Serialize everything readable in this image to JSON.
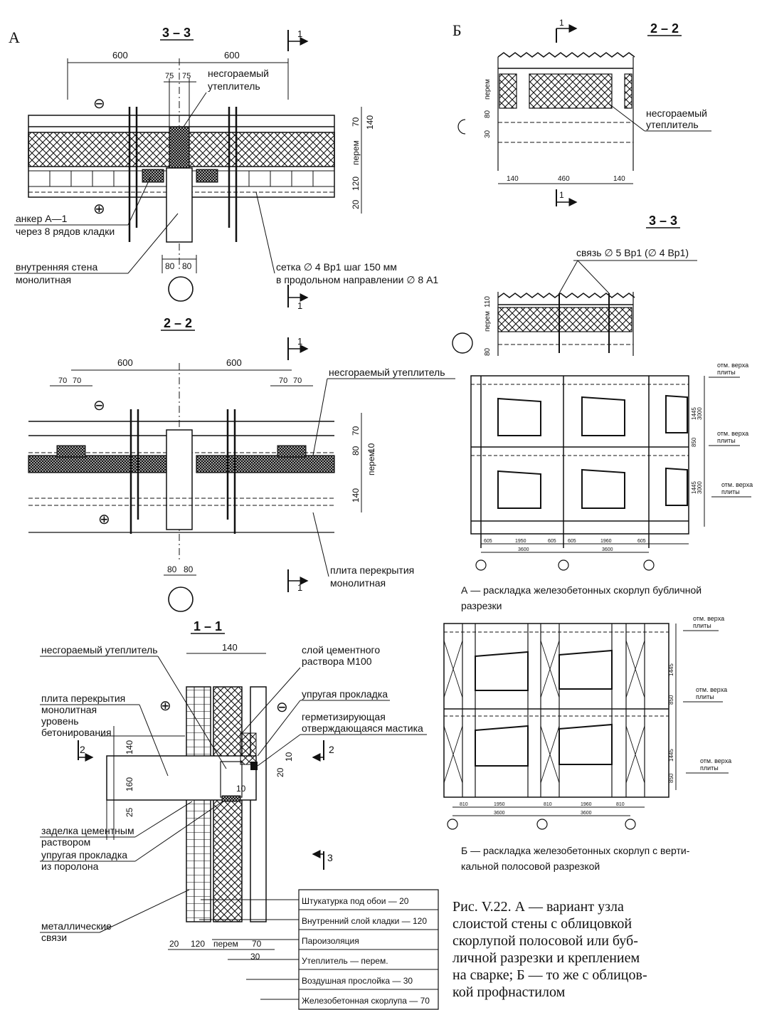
{
  "panels": {
    "a_marker": "А",
    "b_marker": "Б"
  },
  "section_3_3_a": {
    "title": "3 – 3",
    "cut": "1",
    "dim_left": "600",
    "dim_right": "600",
    "dim_75a": "75",
    "dim_75b": "75",
    "dim_80a": "80",
    "dim_80b": "80",
    "dim_70": "70",
    "dim_140": "140",
    "dim_perem": "перем",
    "dim_120": "120",
    "dim_20": "20",
    "minus": "⊖",
    "plus": "⊕",
    "label_insulation_1": "несгораемый",
    "label_insulation_2": "утеплитель",
    "label_anchor_1": "анкер А—1",
    "label_anchor_2": "через 8 рядов кладки",
    "label_wall_1": "внутренняя стена",
    "label_wall_2": "монолитная",
    "label_mesh_1": "сетка ∅ 4 Вр1 шаг 150 мм",
    "label_mesh_2": "в продольном направлении ∅ 8 А1"
  },
  "section_2_2_a": {
    "title": "2 – 2",
    "cut": "1",
    "dim_left": "600",
    "dim_right": "600",
    "dim_70a": "70",
    "dim_70b": "70",
    "dim_70c": "70",
    "dim_70d": "70",
    "dim_70": "70",
    "dim_80": "80",
    "dim_perem": "перем",
    "dim_10": "10",
    "dim_140": "140",
    "dim_80a": "80",
    "dim_80b": "80",
    "minus": "⊖",
    "plus": "⊕",
    "label_insulation": "несгораемый утеплитель",
    "label_slab_1": "плита перекрытия",
    "label_slab_2": "монолитная"
  },
  "section_1_1": {
    "title": "1 – 1",
    "dim_140_top": "140",
    "dim_140": "140",
    "dim_160": "160",
    "dim_25": "25",
    "dim_20": "20",
    "dim_10": "10",
    "dim_10b": "10",
    "cut_2_left": "2",
    "cut_2_right": "2",
    "cut_3": "3",
    "minus": "⊖",
    "plus": "⊕",
    "label_insulation": "несгораемый утеплитель",
    "label_slab_1": "плита перекрытия",
    "label_slab_2": "монолитная",
    "label_slab_3": "уровень",
    "label_slab_4": "бетонирования",
    "label_mortar_1": "слой цементного",
    "label_mortar_2": "раствора М100",
    "label_gasket": "упругая прокладка",
    "label_sealant_1": "герметизирующая",
    "label_sealant_2": "отверждающаяся мастика",
    "label_seal_1": "заделка цементным",
    "label_seal_2": "раствором",
    "label_foam_1": "упругая прокладка",
    "label_foam_2": "из поролона",
    "label_ties_1": "металлические",
    "label_ties_2": "связи",
    "bottom_20": "20",
    "bottom_120": "120",
    "bottom_perem": "перем",
    "bottom_70": "70",
    "bottom_30": "30",
    "layers": [
      "Штукатурка под обои — 20",
      "Внутренний слой кладки — 120",
      "Пароизоляция",
      "Утеплитель — перем.",
      "Воздушная прослойка — 30",
      "Железобетонная скорлупа — 70"
    ]
  },
  "section_2_2_b": {
    "title": "2 – 2",
    "cut": "1",
    "dim_140a": "140",
    "dim_460": "460",
    "dim_140b": "140",
    "dim_perem": "перем",
    "dim_80": "80",
    "dim_30": "30",
    "label_insulation_1": "несгораемый",
    "label_insulation_2": "утеплитель"
  },
  "section_3_3_b": {
    "title": "3 – 3",
    "dim_perem": "перем",
    "dim_110": "110",
    "dim_80": "80",
    "label_tie": "связь ∅ 5 Вр1 (∅ 4 Вр1)"
  },
  "elevation_a": {
    "caption_1": "А — раскладка железобетонных скорлуп бубличной",
    "caption_2": "разрезки",
    "top_label_1": "отм. верха",
    "top_label_2": "плиты",
    "mid_label_1": "отм. верха",
    "mid_label_2": "плиты",
    "bot_label_1": "отм. верха",
    "bot_label_2": "плиты",
    "dim_3000a": "3000",
    "dim_3000b": "3000",
    "dim_1445a": "1445",
    "dim_1445b": "1445",
    "dim_850": "850",
    "b_605a": "605",
    "b_1950": "1950",
    "b_605b": "605",
    "b_605c": "605",
    "b_1960": "1960",
    "b_605d": "605",
    "b_3600a": "3600",
    "b_3600b": "3600"
  },
  "elevation_b": {
    "caption_1": "Б — раскладка железобетонных скорлуп с верти-",
    "caption_2": "кальной полосовой разрезкой",
    "top_label_1": "отм. верха",
    "top_label_2": "плиты",
    "mid_label_1": "отм. верха",
    "mid_label_2": "плиты",
    "bot_label_1": "отм. верха",
    "bot_label_2": "плиты",
    "dim_1445a": "1445",
    "dim_1445b": "1445",
    "dim_850a": "850",
    "dim_850b": "850",
    "b_810a": "810",
    "b_1950": "1950",
    "b_810b": "810",
    "b_1960": "1960",
    "b_810c": "810",
    "b_3600a": "3600",
    "b_3600b": "3600"
  },
  "figure_caption": {
    "line_1": "Рис. V.22. А — вариант узла",
    "line_2": "слоистой стены с облицовкой",
    "line_3": "скорлупой полосовой или буб-",
    "line_4": "личной разрезки и креплением",
    "line_5": "на сварке; Б — то же с облицов-",
    "line_6": "кой профнастилом"
  }
}
